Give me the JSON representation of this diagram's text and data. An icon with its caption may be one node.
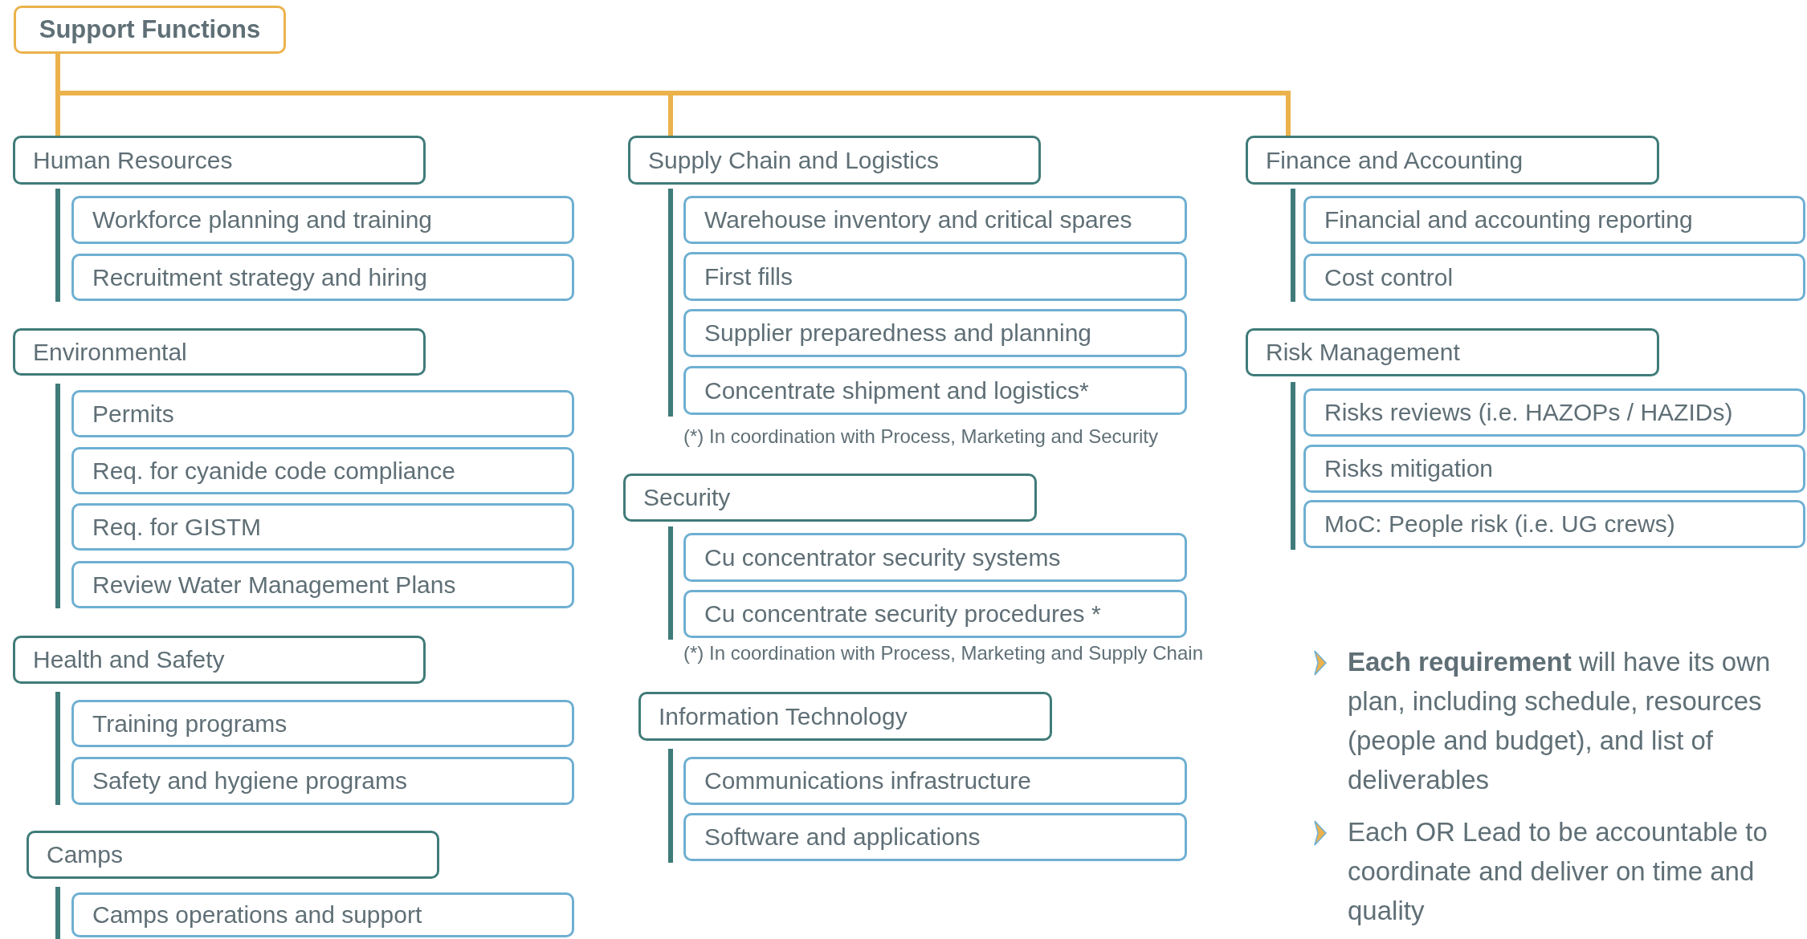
{
  "diagram": {
    "nodes": [
      {
        "text": [
          "Support Functions"
        ]
      },
      {
        "text": [
          "Human Resources"
        ]
      },
      {
        "text": [
          "Workforce planning and training"
        ]
      },
      {
        "text": [
          "Recruitment strategy and hiring"
        ]
      },
      {
        "text": [
          "Environmental"
        ]
      },
      {
        "text": [
          "Permits"
        ]
      },
      {
        "text": [
          "Req. for cyanide code compliance"
        ]
      },
      {
        "text": [
          "Req. for GISTM"
        ]
      },
      {
        "text": [
          "Review Water Management Plans"
        ]
      },
      {
        "text": [
          "Health and Safety"
        ]
      },
      {
        "text": [
          "Training programs"
        ]
      },
      {
        "text": [
          "Safety and hygiene programs"
        ]
      },
      {
        "text": [
          "Camps"
        ]
      },
      {
        "text": [
          "Camps operations and support"
        ]
      },
      {
        "text": [
          "Supply Chain and Logistics"
        ]
      },
      {
        "text": [
          "Warehouse inventory and critical spares"
        ]
      },
      {
        "text": [
          "First fills"
        ]
      },
      {
        "text": [
          "Supplier preparedness and planning"
        ]
      },
      {
        "text": [
          "Concentrate shipment and logistics*"
        ]
      },
      {
        "text": [
          "Security"
        ]
      },
      {
        "text": [
          "Cu concentrator security systems"
        ]
      },
      {
        "text": [
          "Cu concentrate security procedures *"
        ]
      },
      {
        "text": [
          "Information Technology"
        ]
      },
      {
        "text": [
          "Communications infrastructure"
        ]
      },
      {
        "text": [
          "Software and applications"
        ]
      },
      {
        "text": [
          "Finance and Accounting"
        ]
      },
      {
        "text": [
          "Financial and accounting reporting"
        ]
      },
      {
        "text": [
          "Cost control"
        ]
      },
      {
        "text": [
          "Risk Management"
        ]
      },
      {
        "text": [
          "Risks reviews (i.e. HAZOPs / HAZIDs)"
        ]
      },
      {
        "text": [
          "Risks mitigation"
        ]
      },
      {
        "text": [
          "MoC: People risk (i.e. UG crews)"
        ]
      }
    ],
    "edges": [
      {
        "from": 0,
        "to": 1,
        "arrow": "none"
      },
      {
        "from": 0,
        "to": 14,
        "arrow": "none"
      },
      {
        "from": 0,
        "to": 25,
        "arrow": "none"
      }
    ],
    "labels": [
      "(*) In coordination with Process, Marketing and Security",
      "(*) In coordination with Process, Marketing and Supply Chain",
      "**Each requirement** will have its own plan, including schedule, resources (people and budget), and list of deliverables",
      "Each OR Lead to be accountable to coordinate and deliver on time and quality"
    ]
  }
}
